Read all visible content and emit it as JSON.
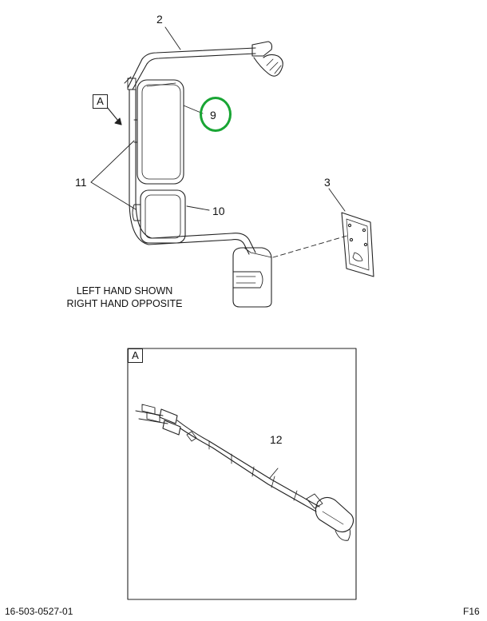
{
  "callouts": {
    "c2": "2",
    "c9": "9",
    "c11": "11",
    "c10": "10",
    "c3": "3",
    "c12": "12"
  },
  "view_flag_main": "A",
  "view_flag_detail": "A",
  "note": {
    "line1": "LEFT HAND SHOWN",
    "line2": "RIGHT HAND OPPOSITE"
  },
  "footer": {
    "drawing_number": "16-503-0527-01",
    "figure": "F16"
  },
  "highlight_color": "#19a534"
}
